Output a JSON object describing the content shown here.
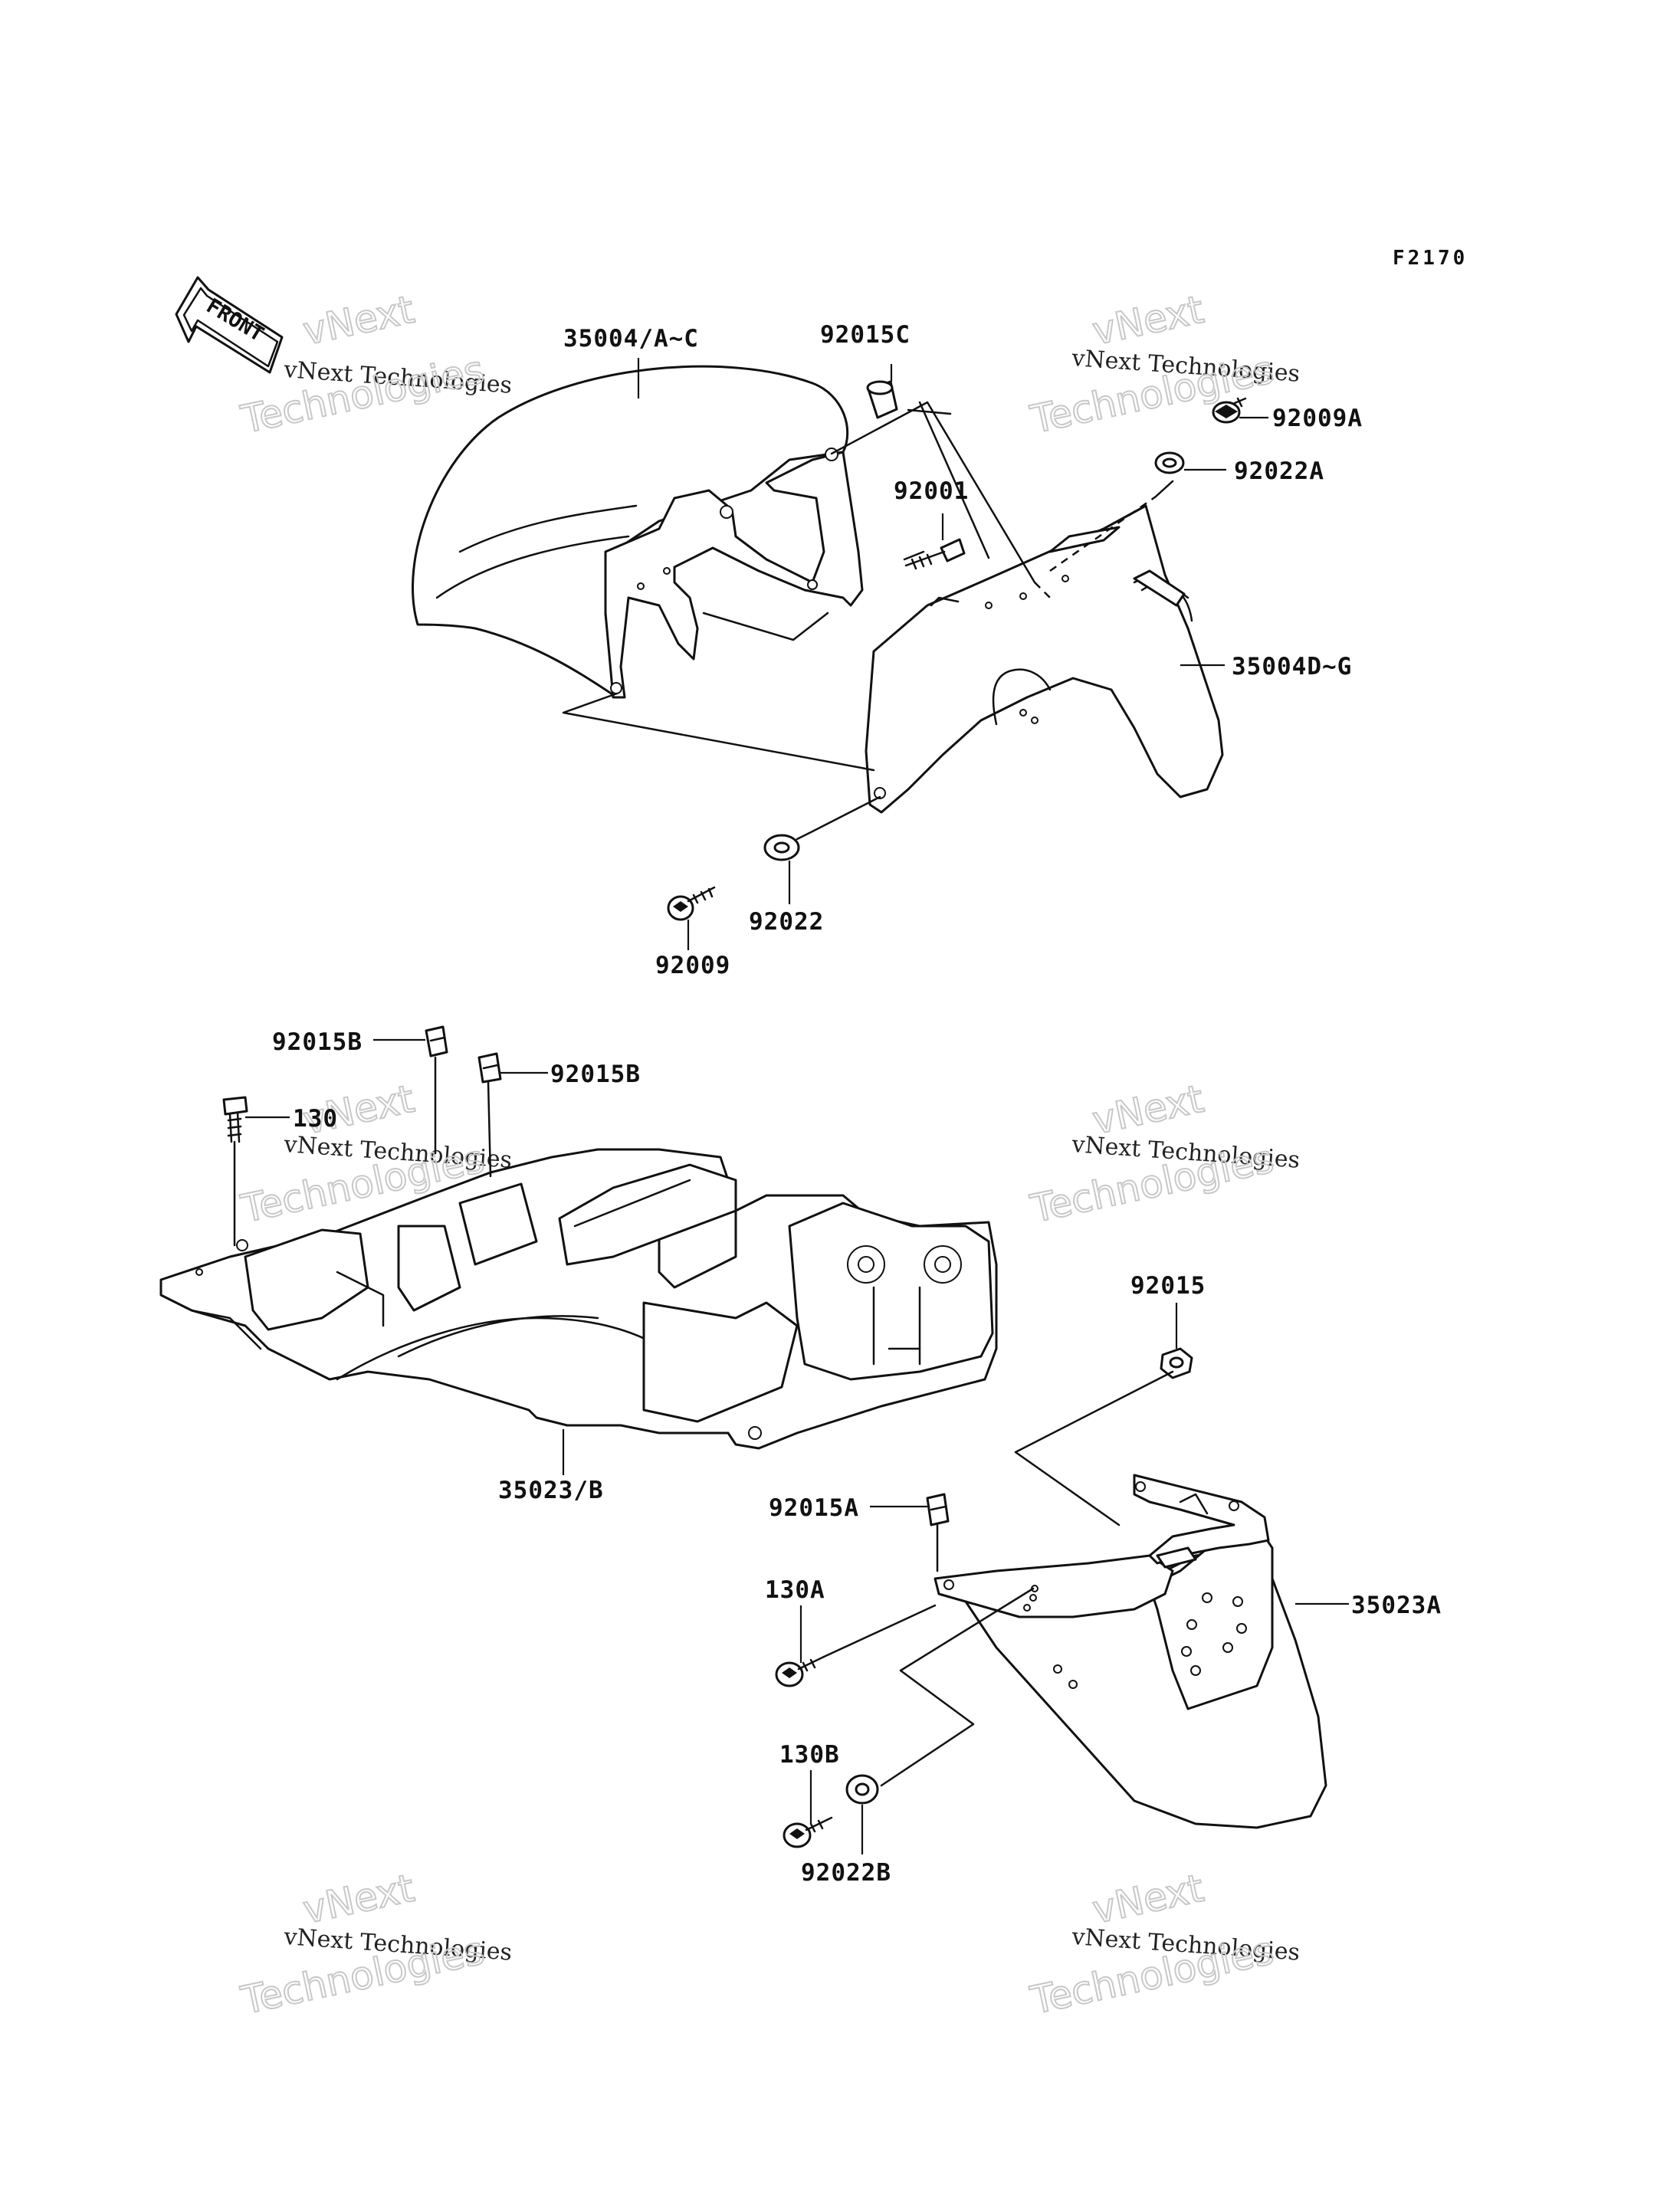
{
  "figure_code": "F2170",
  "front_arrow_label": "FRONT",
  "watermark": {
    "line1": "vNext",
    "line2": "vNext Technologies",
    "line3": "Technologies"
  },
  "parts": {
    "front_fender_upper": "35004/A~C",
    "front_fender_lower": "35004D~G",
    "front_collar": "92015C",
    "front_upper_bolt": "92009A",
    "front_upper_grommet": "92022A",
    "front_mid_bolt": "92001",
    "front_lower_grommet": "92022",
    "front_lower_bolt": "92009",
    "rear_nut_left": "92015B",
    "rear_nut_right": "92015B",
    "rear_bolt": "130",
    "rear_inner_fender": "35023/B",
    "rear_nut": "92015",
    "rear_clip": "92015A",
    "rear_bolt_a": "130A",
    "rear_flap": "35023A",
    "rear_bolt_b": "130B",
    "rear_grommet_b": "92022B"
  }
}
